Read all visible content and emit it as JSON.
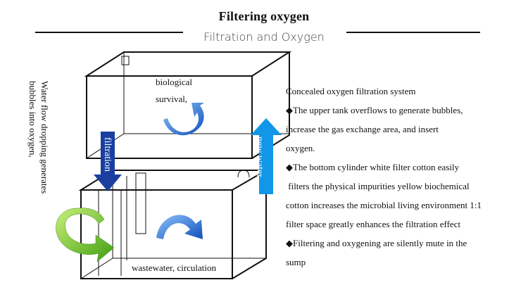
{
  "header": {
    "title": "Filtering oxygen",
    "subtitle": "Filtration and  Oxygen"
  },
  "diagram": {
    "left_note": [
      "Water flow dropping generates",
      "bubbles into oxygen,"
    ],
    "upper_tank_label": [
      "biological",
      "survival,"
    ],
    "lower_tank_label": "wastewater, circulation",
    "down_arrow_label": "filtration",
    "up_arrow_label": "new water",
    "colors": {
      "down_arrow": "#1a3fa0",
      "up_arrow": "#1296e8",
      "curve_arrow": "#1f6fd6",
      "green_arrow": "#5fbf1f"
    }
  },
  "description": {
    "heading": "Concealed oxygen filtration system",
    "lines": [
      "◆The upper tank overflows to generate bubbles,",
      "increase the gas exchange area, and insert",
      "oxygen.",
      "◆The bottom cylinder white filter cotton easily",
      " filters the physical impurities yellow biochemical",
      "cotton increases the microbial living environment 1:1",
      "filter space greatly enhances the filtration effect",
      "◆Filtering and oxygening are silently mute in the",
      "sump"
    ]
  }
}
